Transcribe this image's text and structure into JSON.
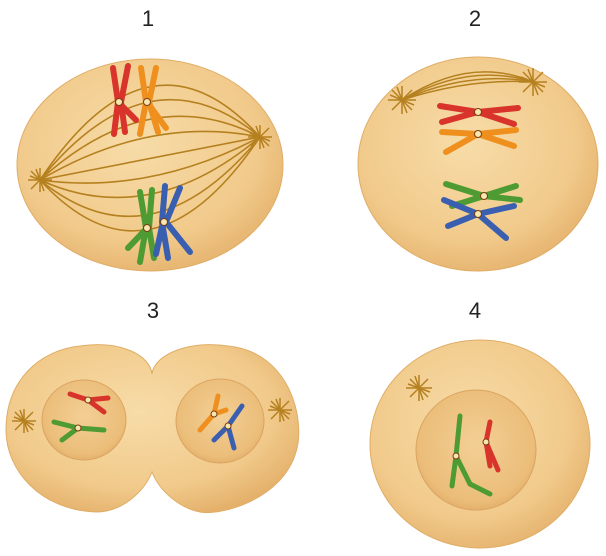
{
  "panels": [
    {
      "number": "1",
      "cell_color": "#f0c98a"
    },
    {
      "number": "2",
      "cell_color": "#f0c98a"
    },
    {
      "number": "3",
      "cell_color": "#f0c98a"
    },
    {
      "number": "4",
      "cell_color": "#f0c98a"
    }
  ],
  "colors": {
    "cell_fill": "#f2cf93",
    "cell_edge": "#e2b56a",
    "nucleus_fill": "#eec384",
    "spindle": "#b9811f",
    "chromosome_red": "#d8342c",
    "chromosome_orange": "#ef8f1e",
    "chromosome_green": "#4f9b33",
    "chromosome_blue": "#3a5fb0",
    "centromere": "#f6e6b0"
  }
}
